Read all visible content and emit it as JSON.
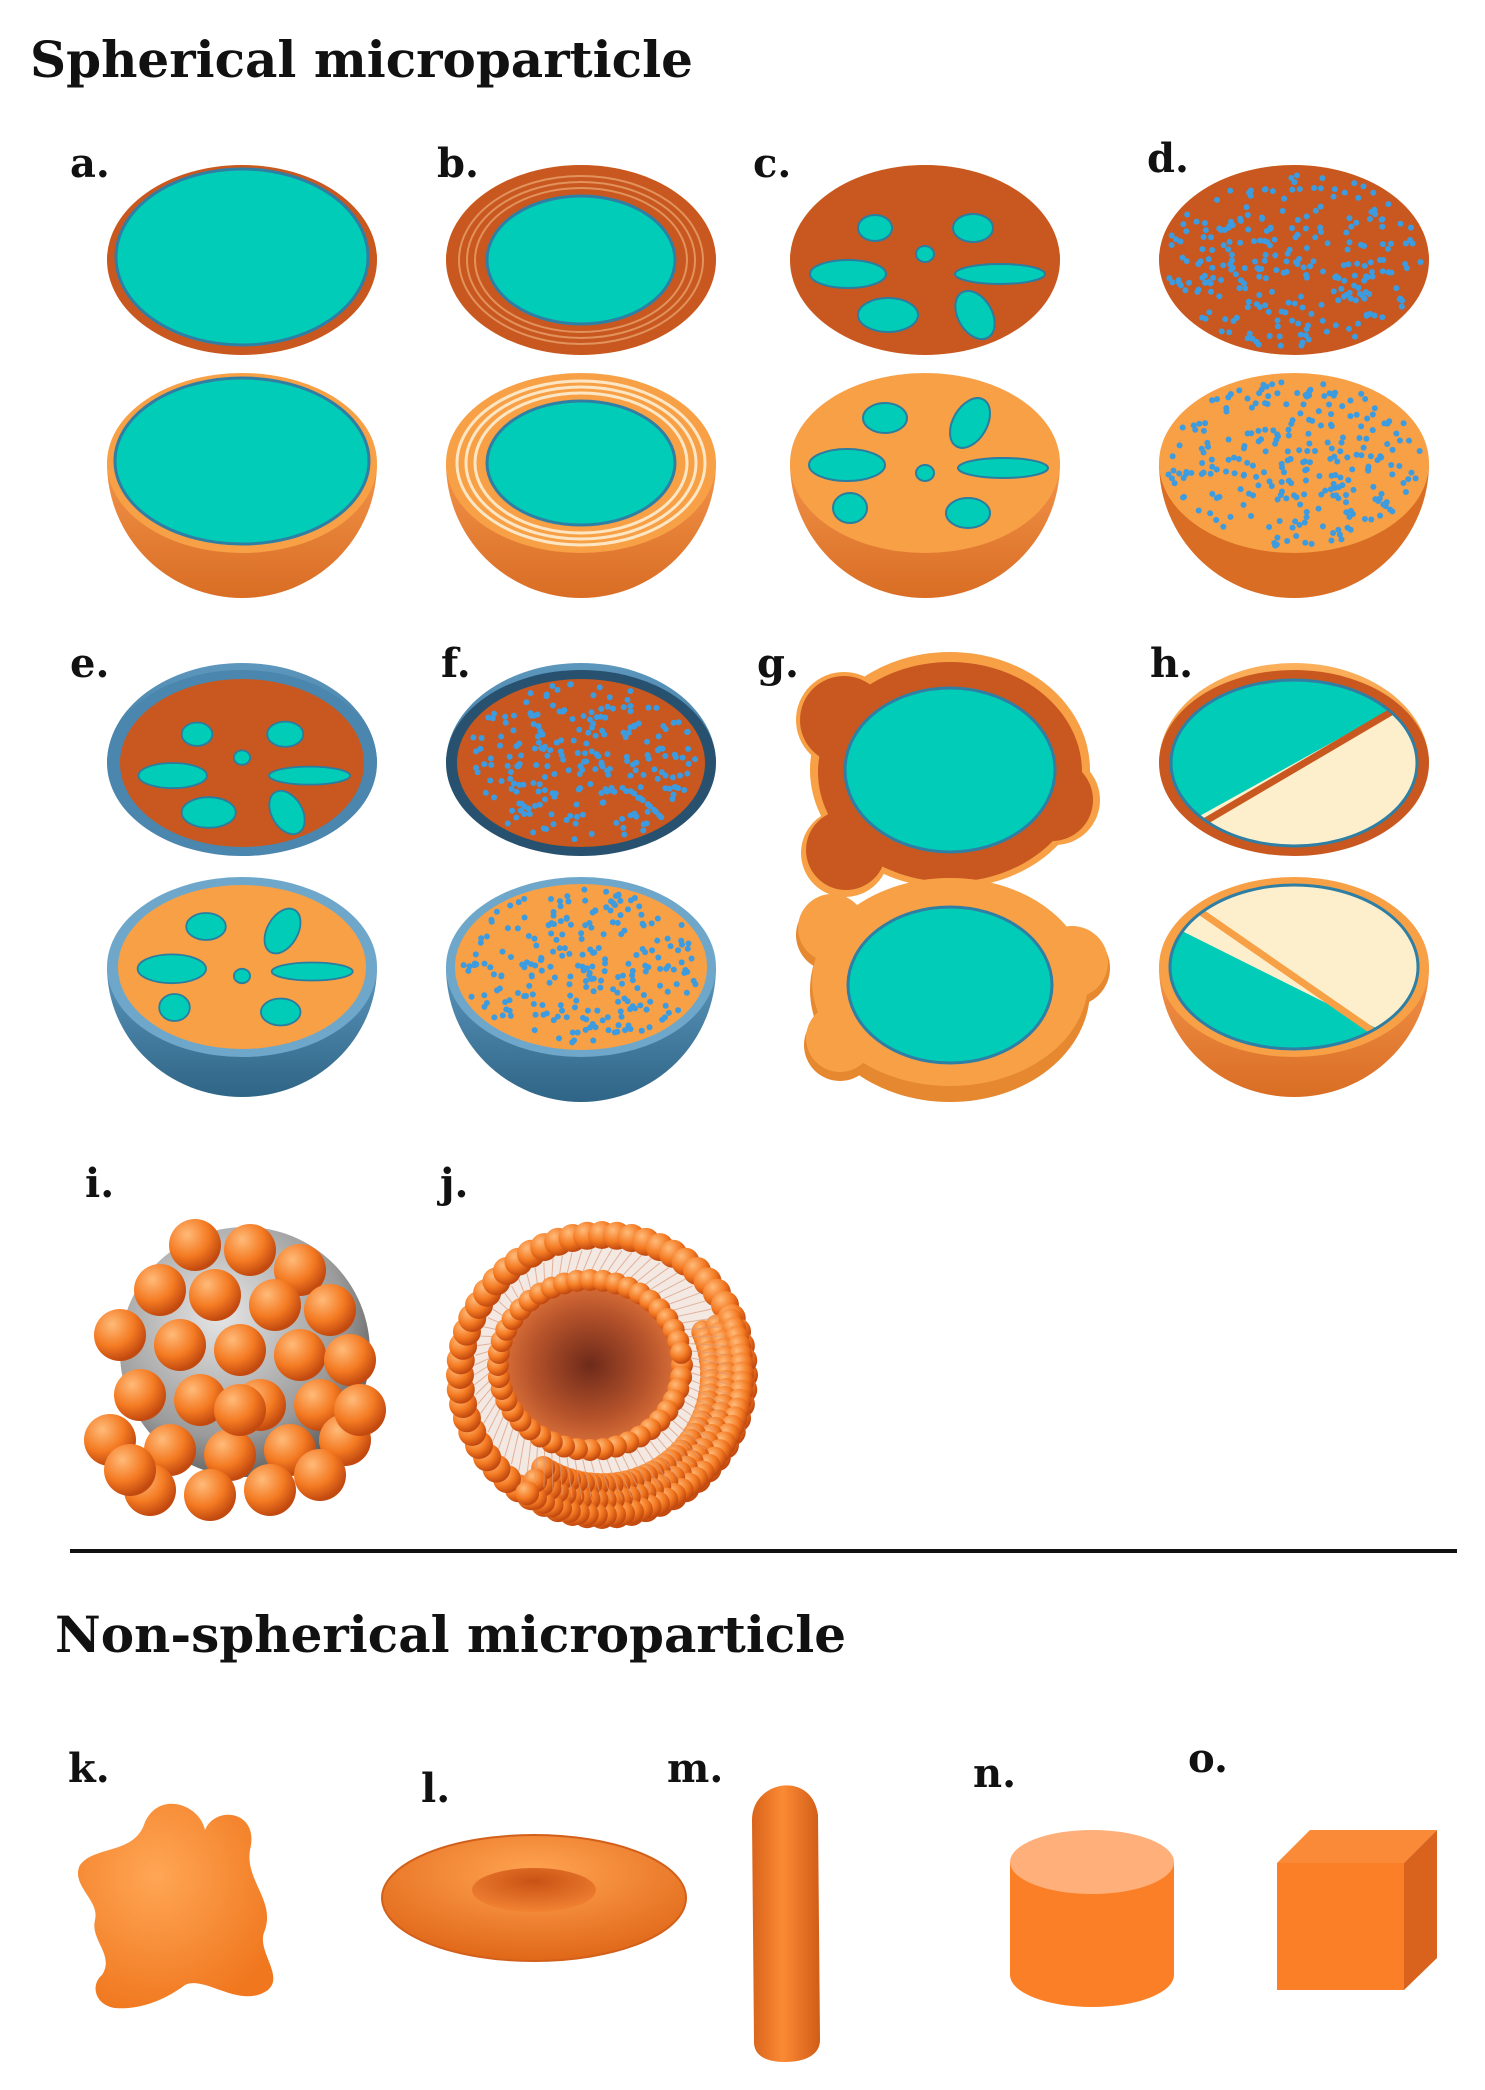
{
  "sections": {
    "spherical": {
      "heading": "Spherical microparticle"
    },
    "non_spherical": {
      "heading": "Non-spherical microparticle"
    }
  },
  "panels": [
    {
      "id": "a",
      "label": "a."
    },
    {
      "id": "b",
      "label": "b."
    },
    {
      "id": "c",
      "label": "c."
    },
    {
      "id": "d",
      "label": "d."
    },
    {
      "id": "e",
      "label": "e."
    },
    {
      "id": "f",
      "label": "f."
    },
    {
      "id": "g",
      "label": "g."
    },
    {
      "id": "h",
      "label": "h."
    },
    {
      "id": "i",
      "label": "i."
    },
    {
      "id": "j",
      "label": "j."
    },
    {
      "id": "k",
      "label": "k."
    },
    {
      "id": "l",
      "label": "l."
    },
    {
      "id": "m",
      "label": "m."
    },
    {
      "id": "n",
      "label": "n."
    },
    {
      "id": "o",
      "label": "o."
    }
  ],
  "colors": {
    "shell_orange": "#f7a046",
    "shell_dark": "#c8581f",
    "core_teal": "#00ccb8",
    "blue_shell": "#4a86ad",
    "cream": "#fdefcc",
    "dot_blue": "#3d9be0",
    "solid_orange": "#fb7f26"
  }
}
